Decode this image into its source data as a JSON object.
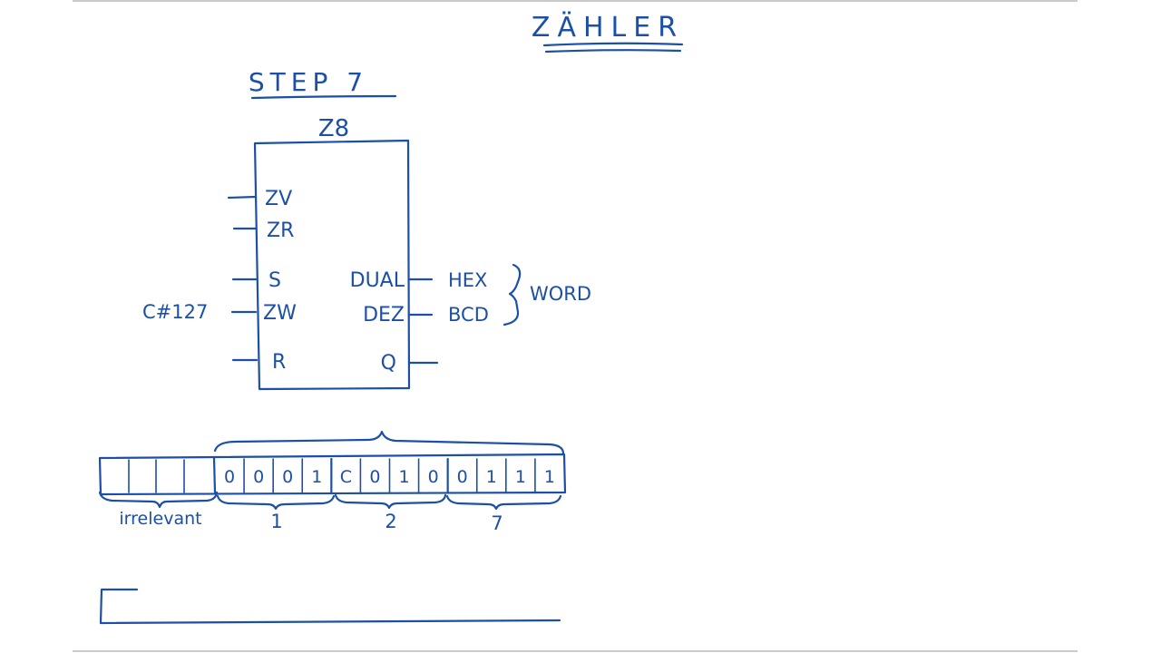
{
  "title": "ZÄHLER",
  "subtitle": "STEP 7",
  "block": {
    "name": "Z8",
    "inputs": [
      "ZV",
      "ZR",
      "S",
      "ZW",
      "R"
    ],
    "outputs": [
      "DUAL",
      "DEZ",
      "Q"
    ],
    "zw_value": "C#127"
  },
  "output_labels": {
    "dual": "HEX",
    "dez": "BCD",
    "group": "WORD"
  },
  "bits": [
    "0",
    "0",
    "0",
    "1",
    "C",
    "0",
    "1",
    "0",
    "0",
    "1",
    "1",
    "1"
  ],
  "groups": {
    "irrelevant": "irrelevant",
    "g1": "1",
    "g2": "2",
    "g3": "7"
  }
}
